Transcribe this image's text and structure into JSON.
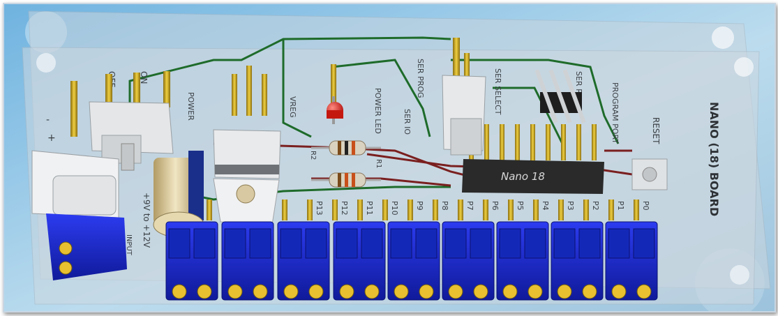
{
  "board": {
    "title": "NANO (18) BOARD",
    "reset_label": "RESET",
    "program_port_label": "PROGRAM PORT",
    "ser_prog_label": "SER PROG",
    "ser_select_label": "SER SELECT",
    "ser_res_label": "SER RES",
    "power_switch_label": "POWER",
    "off_label": "OFF",
    "on_label": "ON",
    "vreg_label": "VREG",
    "power_led_label": "POWER LED",
    "input_label": "+9V to +12V",
    "input_polarity_minus": "-",
    "input_polarity_plus": "+",
    "dc_label": "INPUT",
    "chip_label": "Nano 18",
    "resistor_labels": [
      "R1",
      "R2"
    ],
    "ser_io_label": "SER IO",
    "pin_labels": [
      "P13",
      "P12",
      "P11",
      "P10",
      "P9",
      "P8",
      "P7",
      "P6",
      "P5",
      "P4",
      "P3",
      "P2",
      "P1",
      "P0"
    ]
  },
  "colors": {
    "background_sky": "#a9cde6",
    "pcb_glass": "#c7d3dc",
    "terminal_blue": "#1a27c9",
    "trace_green": "#1e6b2a",
    "trace_red": "#7a1f1f",
    "pin_gold": "#d8b21c",
    "chip_body": "#2a2a2a",
    "led_red": "#d8201c"
  }
}
